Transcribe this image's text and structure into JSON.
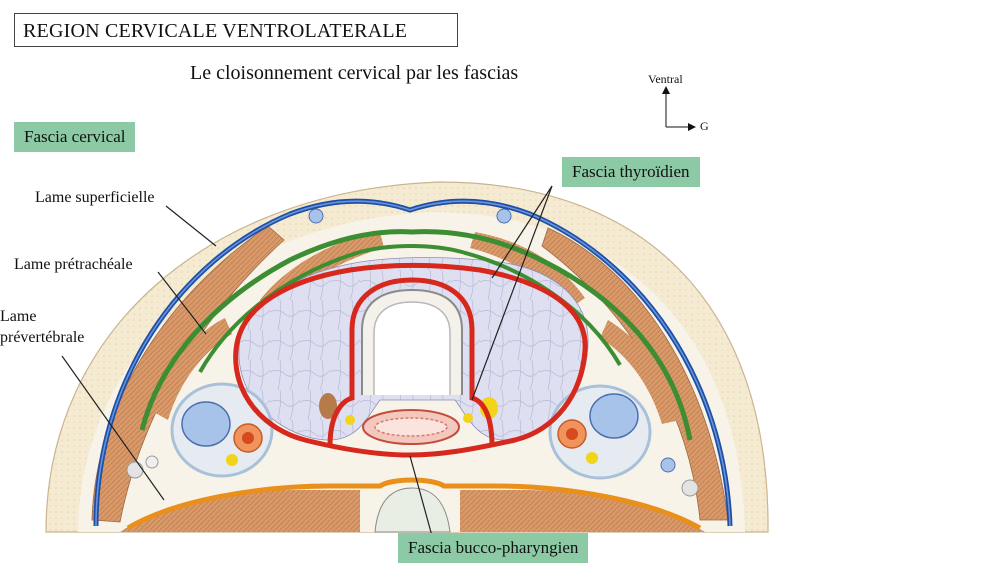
{
  "header": {
    "title": "REGION CERVICALE VENTROLATERALE",
    "subtitle": "Le cloisonnement cervical par les fascias"
  },
  "orientation": {
    "ventral": "Ventral",
    "left": "G"
  },
  "tags": {
    "fascia_cervical": "Fascia cervical",
    "fascia_thyroidien": "Fascia thyroïdien",
    "fascia_bucco_pharyngien": "Fascia bucco-pharyngien"
  },
  "labels": {
    "lame_superficielle": "Lame superficielle",
    "lame_pretracheale": "Lame prétrachéale",
    "lame_prevertebrale_1": "Lame",
    "lame_prevertebrale_2": "prévertébrale"
  },
  "colors": {
    "tag_bg": "#8cc9a5",
    "fascia_superficial": "#2a5bb0",
    "fascia_pretracheal": "#3f9a3a",
    "fascia_thyroid": "#d6281c",
    "fascia_prevertebral": "#e9901c",
    "muscle": "#d89a6a",
    "thyroid": "#dcdcee"
  }
}
